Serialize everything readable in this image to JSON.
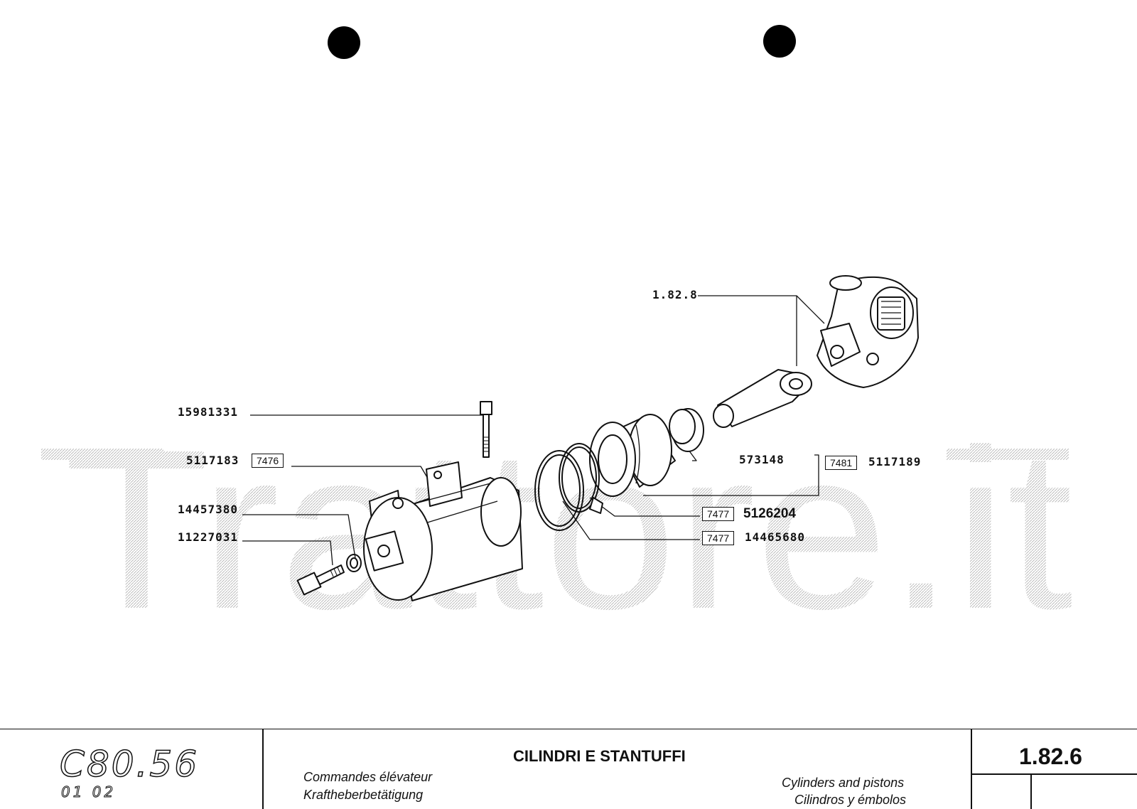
{
  "watermark": {
    "text": "Trattore.it"
  },
  "callouts": [
    {
      "id": "c1",
      "part": "1.82.8",
      "ref": ""
    },
    {
      "id": "c2",
      "part": "15981331",
      "ref": ""
    },
    {
      "id": "c3",
      "part": "5117183",
      "ref": "7476"
    },
    {
      "id": "c4",
      "part": "573148",
      "ref": ""
    },
    {
      "id": "c5",
      "part": "5117189",
      "ref": "7481"
    },
    {
      "id": "c6",
      "part": "14457380",
      "ref": ""
    },
    {
      "id": "c7",
      "part": "5126204",
      "ref": "7477"
    },
    {
      "id": "c8",
      "part": "11227031",
      "ref": ""
    },
    {
      "id": "c9",
      "part": "14465680",
      "ref": "7477"
    }
  ],
  "title_block": {
    "model": "C80.56",
    "model_sub": "01 02",
    "title_it": "CILINDRI E STANTUFFI",
    "title_fr": "Commandes élévateur",
    "title_de": "Kraftheberbetätigung",
    "title_en": "Cylinders and pistons",
    "title_es": "Cilindros y émbolos",
    "sheet": "1.82.6"
  }
}
